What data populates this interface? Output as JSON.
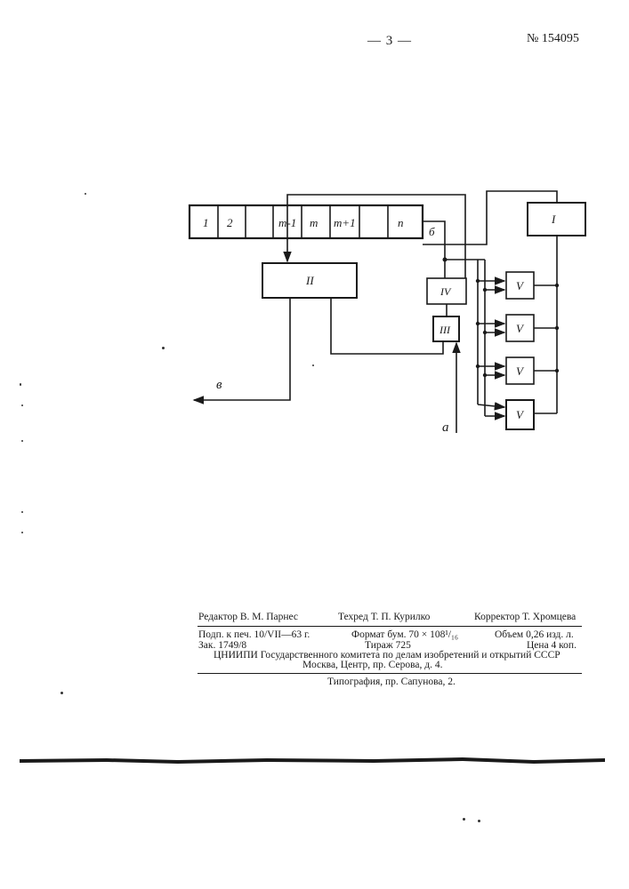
{
  "header": {
    "page_number": "— 3 —",
    "patent_number": "№ 154095"
  },
  "diagram": {
    "register_cells": [
      "1",
      "2",
      "",
      "m-1",
      "m",
      "m+1",
      "",
      "n"
    ],
    "block_I": "I",
    "block_II": "II",
    "block_III": "III",
    "block_IV": "IV",
    "block_V": [
      "V",
      "V",
      "V",
      "V"
    ],
    "label_b": "б",
    "label_v": "в",
    "label_a": "а"
  },
  "imprint": {
    "editor": "Редактор В. М. Парнес",
    "techred": "Техред Т. П. Курилко",
    "corrector": "Корректор Т. Хромцева",
    "signed": "Подп. к печ. 10/VII—63 г.",
    "format": "Формат бум. 70 × 108¹/₁₆",
    "volume": "Объем 0,26 изд. л.",
    "order": "Зак. 1749/8",
    "print_run": "Тираж 725",
    "price": "Цена 4 коп.",
    "institute": "ЦНИИПИ Государственного комитета по делам изобретений и открытий СССР",
    "address": "Москва, Центр, пр. Серова, д. 4.",
    "printing_house": "Типография, пр. Сапунова, 2."
  }
}
